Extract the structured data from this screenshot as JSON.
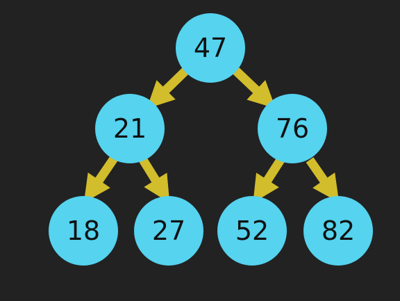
{
  "colors": {
    "background": "#222222",
    "node_fill": "#55d3ef",
    "edge": "#d2bd2c",
    "text": "#111111"
  },
  "tree": {
    "nodes": {
      "root": "47",
      "left": "21",
      "right": "76",
      "left_left": "18",
      "left_right": "27",
      "right_left": "52",
      "right_right": "82"
    },
    "edges": [
      {
        "from": "47",
        "to": "21"
      },
      {
        "from": "47",
        "to": "76"
      },
      {
        "from": "21",
        "to": "18"
      },
      {
        "from": "21",
        "to": "27"
      },
      {
        "from": "76",
        "to": "52"
      },
      {
        "from": "76",
        "to": "82"
      }
    ]
  }
}
